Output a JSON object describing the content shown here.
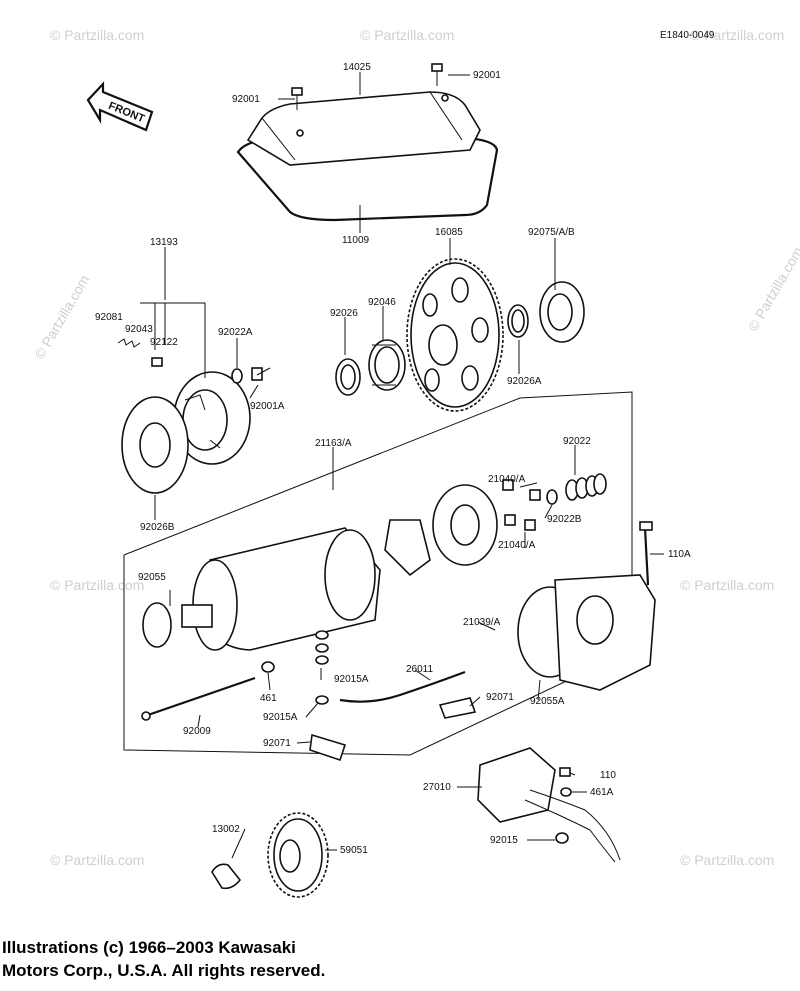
{
  "diagram_code": "E1840-0049",
  "front_label": "FRONT",
  "watermark": "© Partzilla.com",
  "labels": {
    "p14025": "14025",
    "p92001_l": "92001",
    "p92001_r": "92001",
    "p11009": "11009",
    "p16085": "16085",
    "p92075": "92075/A/B",
    "p13193": "13193",
    "p92081": "92081",
    "p92043": "92043",
    "p92122": "92122",
    "p92022A": "92022A",
    "p92001A": "92001A",
    "p92026": "92026",
    "p92046": "92046",
    "p92026A": "92026A",
    "p92026B": "92026B",
    "p21163": "21163/A",
    "p21040_top": "21040/A",
    "p92022": "92022",
    "p92022B": "92022B",
    "p21040_bot": "21040/A",
    "p110A": "110A",
    "p92055": "92055",
    "p21039": "21039/A",
    "p92015A_1": "92015A",
    "p26011": "26011",
    "p461": "461",
    "p92071_r": "92071",
    "p92055A": "92055A",
    "p92009": "92009",
    "p92015A_2": "92015A",
    "p92071_l": "92071",
    "p27010": "27010",
    "p110": "110",
    "p461A": "461A",
    "p13002": "13002",
    "p59051": "59051",
    "p92015": "92015"
  },
  "copyright": {
    "line1": "Illustrations (c) 1966–2003 Kawasaki",
    "line2": "Motors Corp., U.S.A.  All rights reserved."
  }
}
